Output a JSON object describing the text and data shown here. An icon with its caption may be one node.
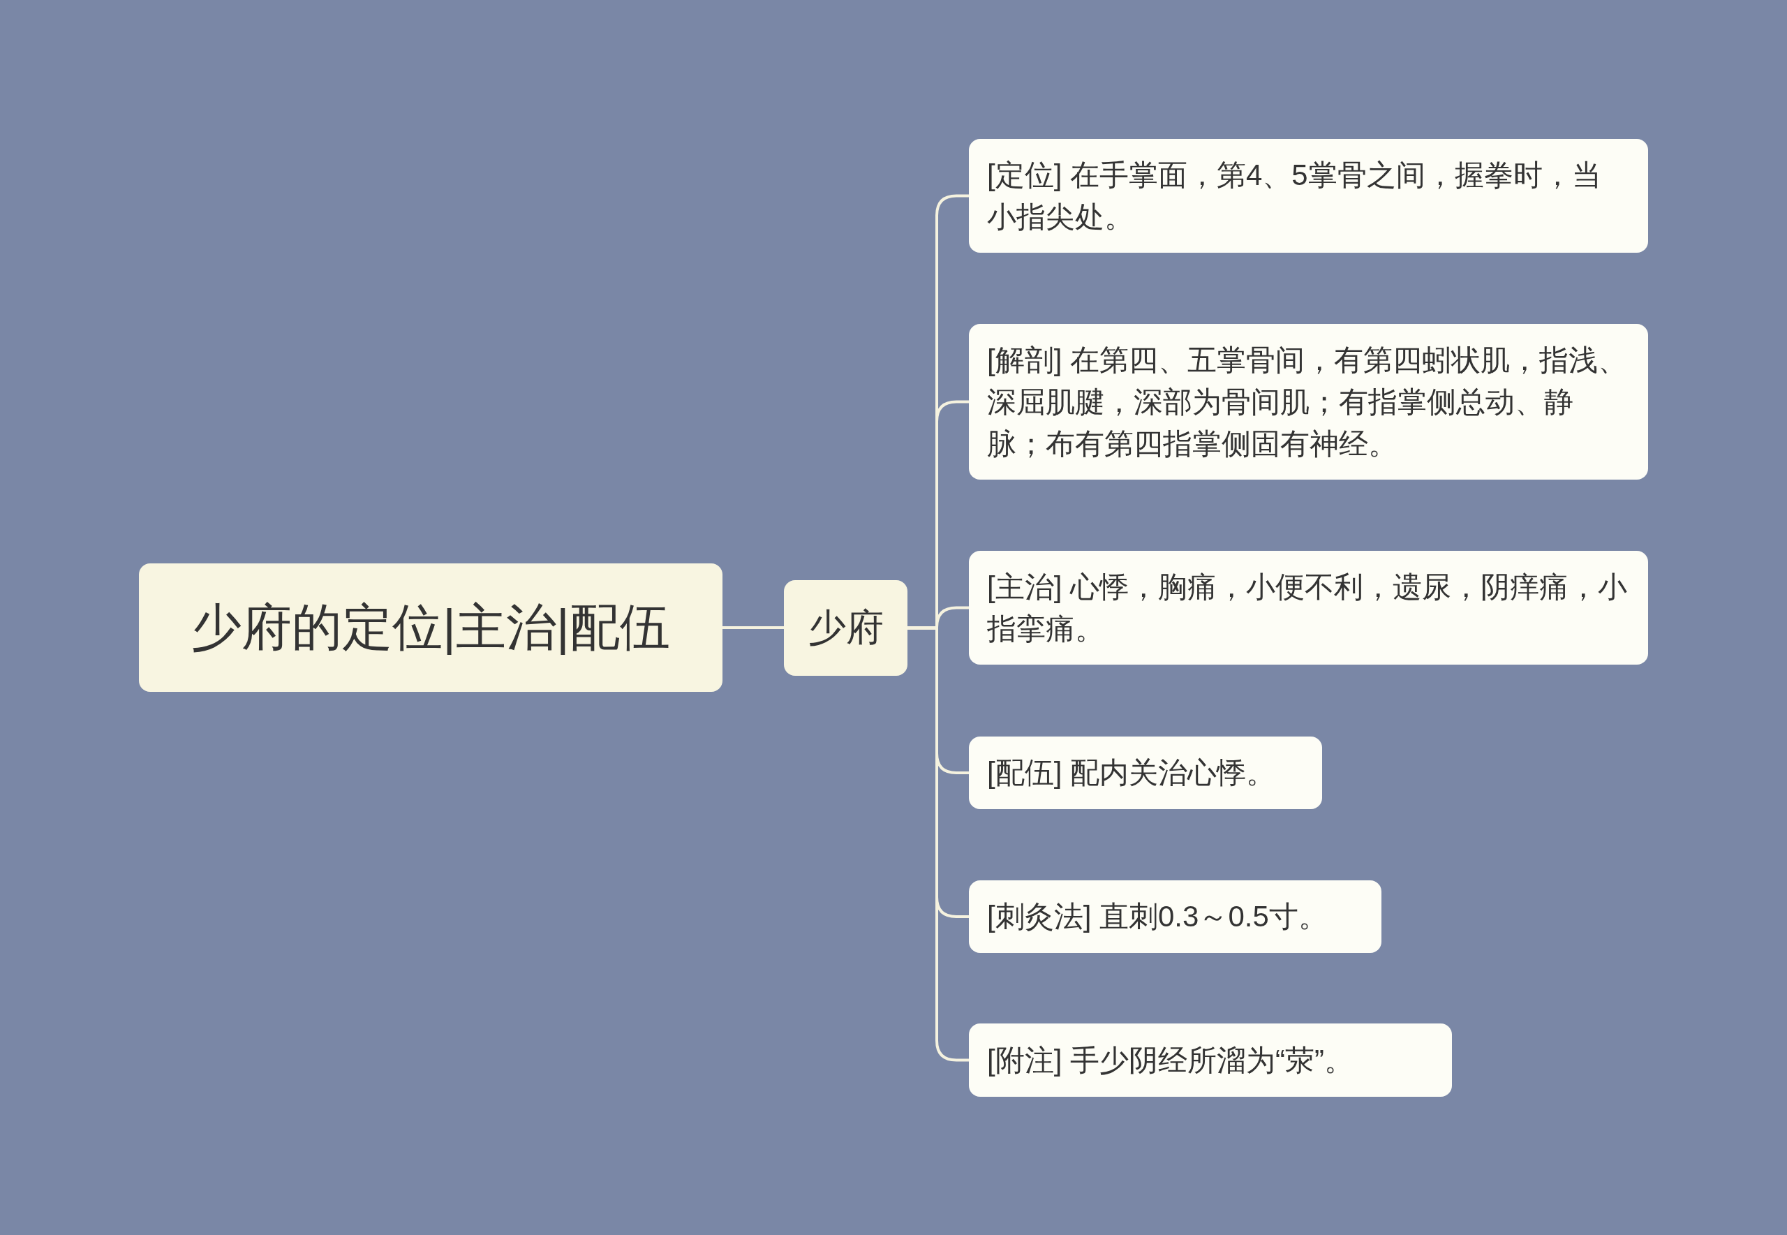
{
  "diagram": {
    "nodes": [
      {
        "text": [
          "少府的定位|主治|配伍"
        ]
      },
      {
        "text": [
          "少府"
        ]
      },
      {
        "text": [
          "[定位] 在手掌面，第4、5掌骨之间，握拳时，当小指尖处。"
        ]
      },
      {
        "text": [
          "[解剖] 在第四、五掌骨间，有第四蚓状肌，指浅、深屈肌腱，深部为骨间肌；有指掌侧总动、静脉；布有第四指掌侧固有神经。"
        ]
      },
      {
        "text": [
          "[主治] 心悸，胸痛，小便不利，遗尿，阴痒痛，小指挛痛。"
        ]
      },
      {
        "text": [
          "[配伍] 配内关治心悸。"
        ]
      },
      {
        "text": [
          "[刺灸法] 直刺0.3～0.5寸。"
        ]
      },
      {
        "text": [
          "[附注] 手少阴经所溜为“荥”。"
        ]
      }
    ],
    "edges": [
      {
        "from": 0,
        "to": 1,
        "arrow": "none"
      },
      {
        "from": 1,
        "to": 2,
        "arrow": "none"
      },
      {
        "from": 1,
        "to": 3,
        "arrow": "none"
      },
      {
        "from": 1,
        "to": 4,
        "arrow": "none"
      },
      {
        "from": 1,
        "to": 5,
        "arrow": "none"
      },
      {
        "from": 1,
        "to": 6,
        "arrow": "none"
      },
      {
        "from": 1,
        "to": 7,
        "arrow": "none"
      }
    ]
  }
}
